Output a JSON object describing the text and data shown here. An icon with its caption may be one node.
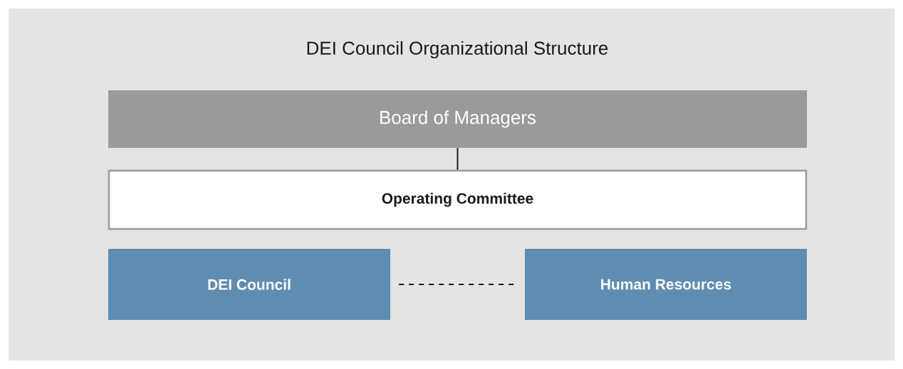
{
  "diagram": {
    "title": "DEI Council Organizational Structure",
    "nodes": [
      {
        "text": [
          "Board of Managers"
        ]
      },
      {
        "text": [
          "Operating Committee"
        ]
      },
      {
        "text": [
          "DEI Council"
        ]
      },
      {
        "text": [
          "Human Resources"
        ]
      }
    ],
    "edges": [
      {
        "from": 0,
        "to": 1,
        "arrow": "none"
      },
      {
        "from": 2,
        "to": 3,
        "arrow": "none",
        "style": "dashed"
      }
    ]
  }
}
